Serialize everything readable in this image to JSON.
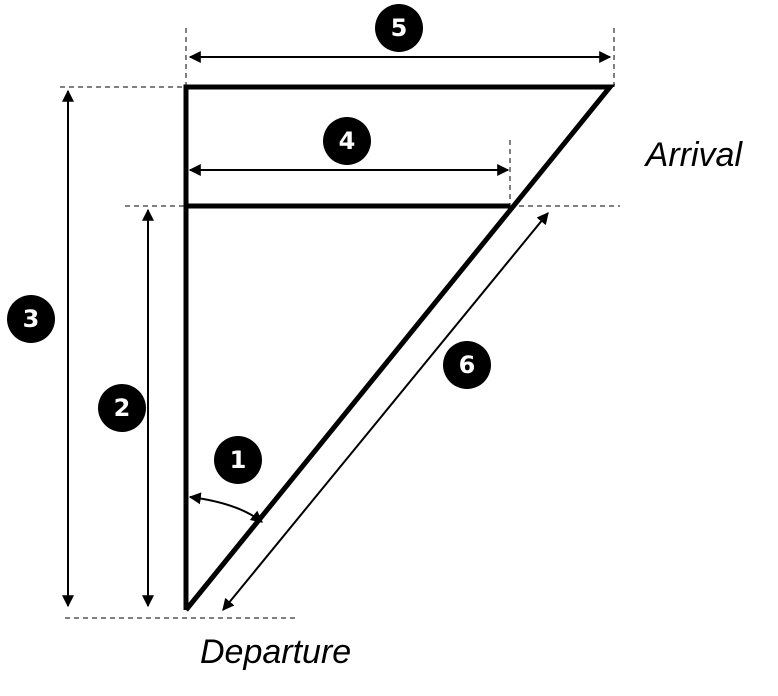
{
  "labels": {
    "arrival": "Arrival",
    "departure": "Departure"
  },
  "badges": {
    "angle": "1",
    "lower_height": "2",
    "total_height": "3",
    "inner_width": "4",
    "outer_width": "5",
    "hypotenuse": "6"
  },
  "colors": {
    "line": "#000000",
    "badge_fill": "#000000",
    "badge_text": "#ffffff",
    "background": "#ffffff"
  }
}
